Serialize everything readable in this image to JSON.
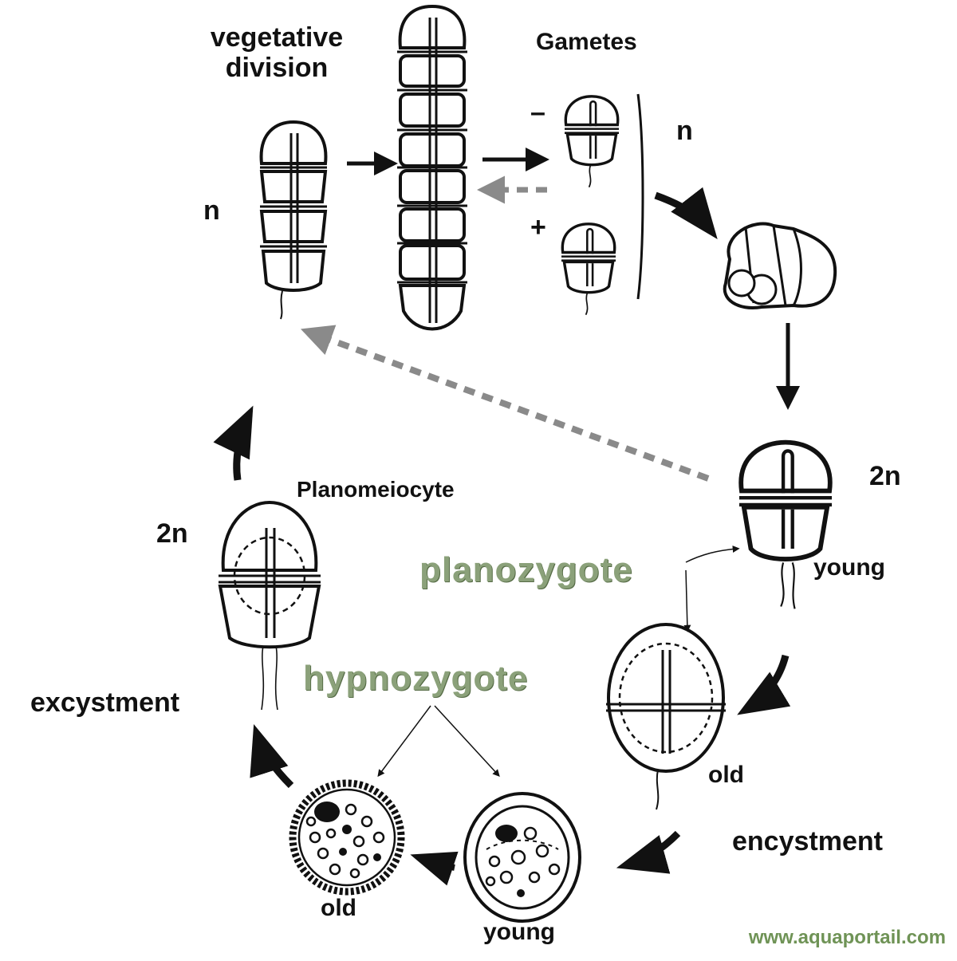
{
  "labels": {
    "vegetative_division": "vegetative\ndivision",
    "gametes": "Gametes",
    "n_left": "n",
    "n_right": "n",
    "minus": "–",
    "plus": "+",
    "two_n_right": "2n",
    "two_n_left": "2n",
    "planomeiocyte": "Planomeiocyte",
    "planozygote": "planozygote",
    "hypnozygote": "hypnozygote",
    "young_planozygote": "young",
    "old_planozygote": "old",
    "encystment": "encystment",
    "excystment": "excystment",
    "old_hypnozygote": "old",
    "young_hypnozygote": "young"
  },
  "watermark": "www.aquaportail.com",
  "colors": {
    "line": "#111111",
    "dashed_arrow": "#8a8a8a",
    "highlight_text": "#8ba17a",
    "watermark": "#6f9356"
  }
}
